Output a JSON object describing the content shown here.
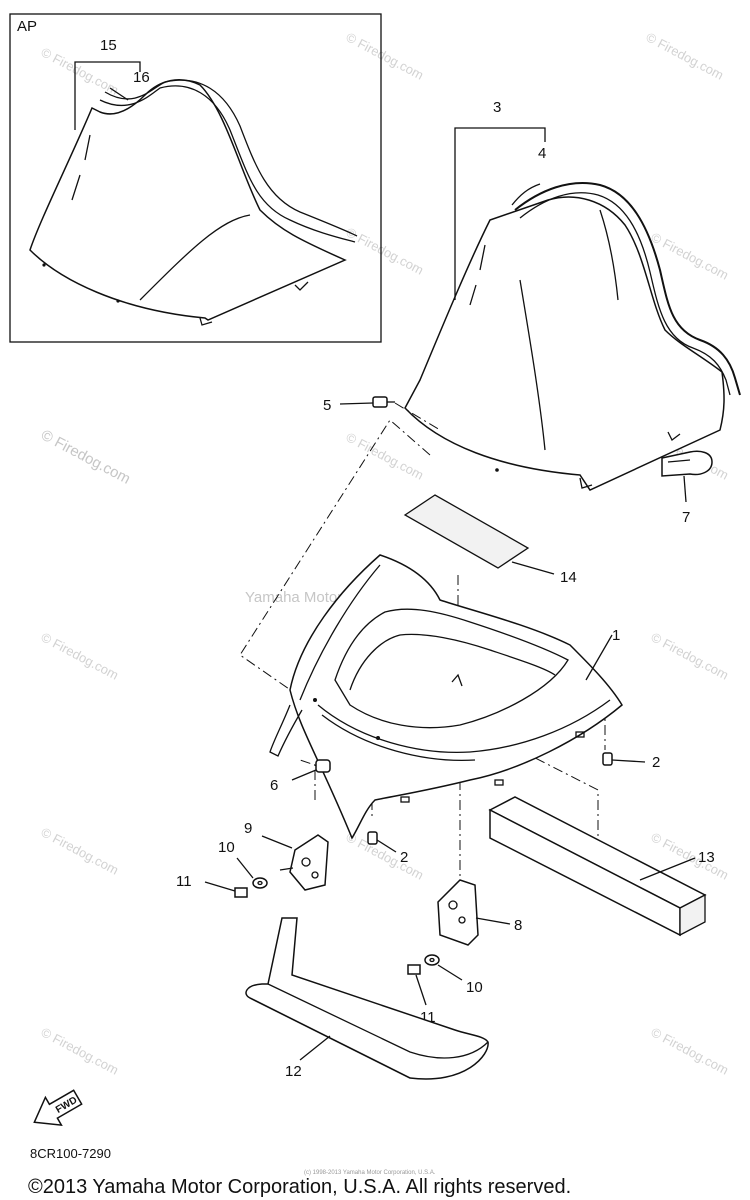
{
  "inset_label": "AP",
  "callouts": {
    "c1": "1",
    "c2a": "2",
    "c2b": "2",
    "c3": "3",
    "c4": "4",
    "c5": "5",
    "c6": "6",
    "c7": "7",
    "c8": "8",
    "c9": "9",
    "c10a": "10",
    "c10b": "10",
    "c11a": "11",
    "c11b": "11",
    "c12": "12",
    "c13": "13",
    "c14": "14",
    "c15": "15",
    "c16": "16"
  },
  "fwd_label": "FWD",
  "diagram_code": "8CR100-7290",
  "center_watermark": "Yamaha Motor Corp. U.S.A.",
  "watermark": "© Firedog.com",
  "tiny_print": "(c) 1998-2013 Yamaha Motor Corporation, U.S.A.",
  "copyright": "©2013 Yamaha Motor Corporation, U.S.A. All rights reserved."
}
